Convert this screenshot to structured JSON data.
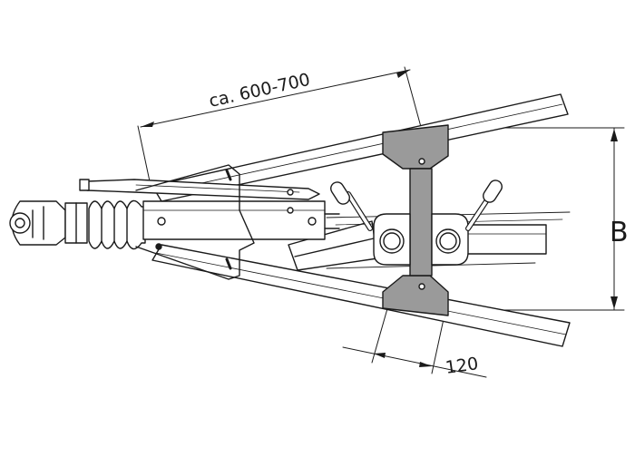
{
  "dimensions": {
    "length_label": "ca. 600-700",
    "width_label": "B",
    "offset_label": "120"
  },
  "colors": {
    "line": "#1a1a1a",
    "plate_fill": "#9a9a9a",
    "background": "#ffffff"
  }
}
